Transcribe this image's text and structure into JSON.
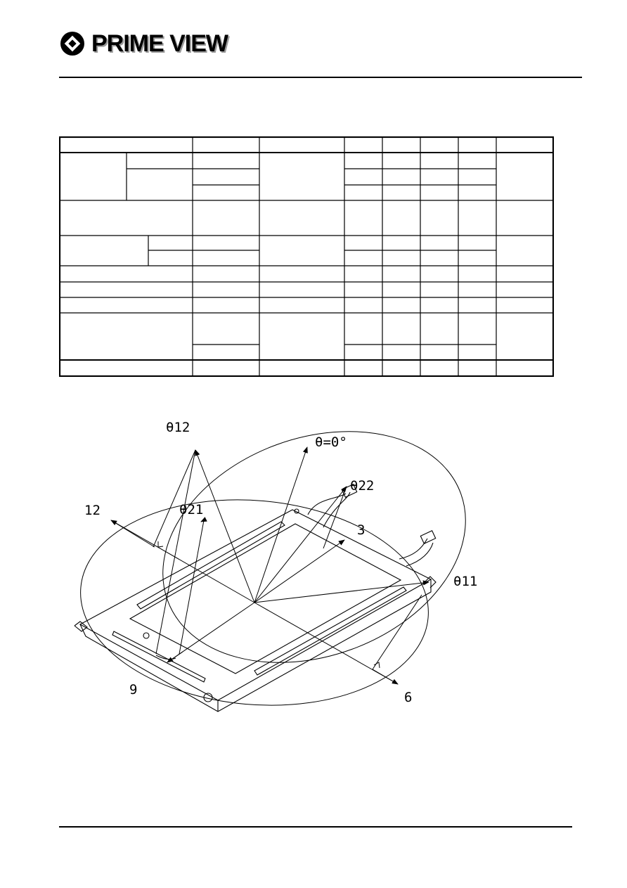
{
  "header": {
    "brand": "PRIME VIEW",
    "logo_icon": "diamond-in-circle-icon"
  },
  "diagram": {
    "labels": {
      "theta12": "θ12",
      "theta0": "θ=0°",
      "theta22": "θ22",
      "theta21": "θ21",
      "theta11": "θ11",
      "dir12": "12",
      "dir3": "3",
      "dir9": "9",
      "dir6": "6"
    }
  }
}
